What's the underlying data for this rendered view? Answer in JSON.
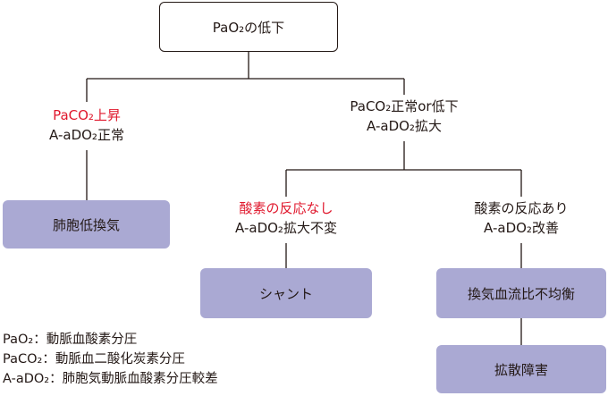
{
  "root": {
    "label": "PaO₂の低下"
  },
  "left_branch": {
    "cond1": "PaCO₂上昇",
    "cond2": "A-aDO₂正常",
    "result": "肺胞低換気"
  },
  "right_branch": {
    "cond1": "PaCO₂正常or低下",
    "cond2": "A-aDO₂拡大",
    "sub_left": {
      "cond1": "酸素の反応なし",
      "cond2": "A-aDO₂拡大不変",
      "result": "シャント"
    },
    "sub_right": {
      "cond1": "酸素の反応あり",
      "cond2": "A-aDO₂改善",
      "result1": "換気血流比不均衡",
      "result2": "拡散障害"
    }
  },
  "legend": [
    "PaO₂：動脈血酸素分圧",
    "PaCO₂：動脈血二酸化炭素分圧",
    "A-aDO₂：肺胞気動脈血酸素分圧較差"
  ],
  "colors": {
    "leaf_fill": "#aaa9d3",
    "highlight_text": "#e0182d",
    "line": "#231815"
  }
}
